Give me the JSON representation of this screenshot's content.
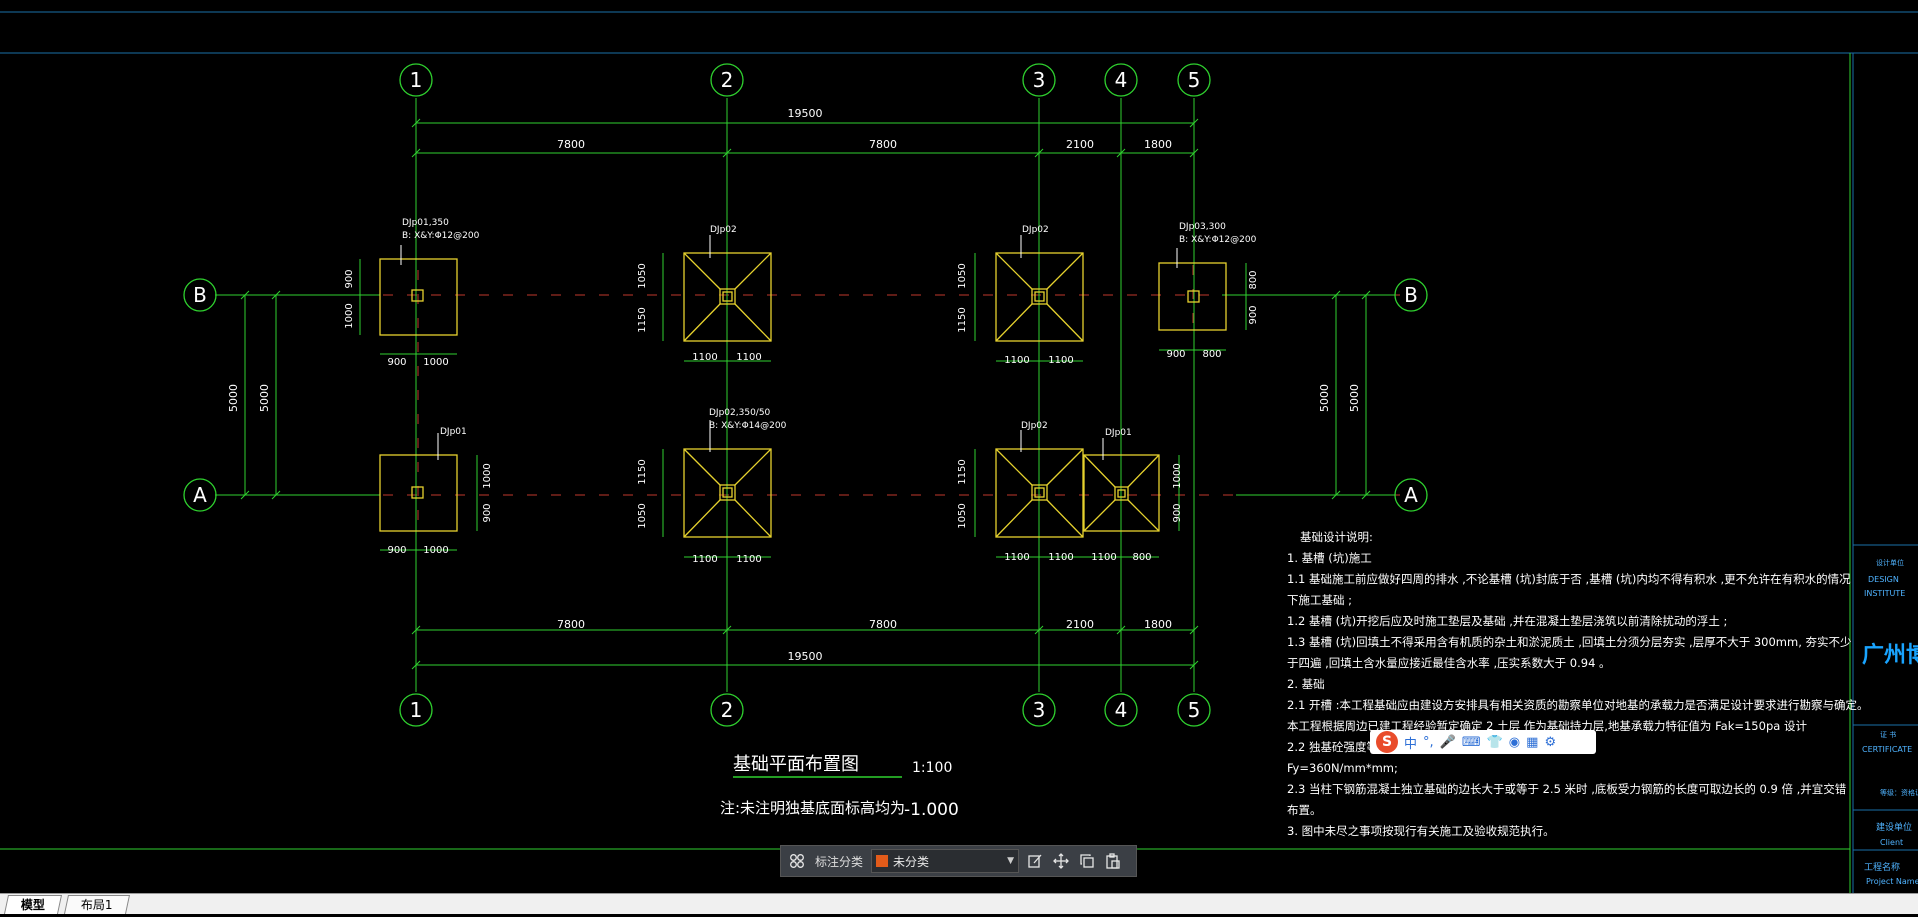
{
  "drawing": {
    "grid_columns": [
      "1",
      "2",
      "3",
      "4",
      "5"
    ],
    "grid_rows": [
      "B",
      "A"
    ],
    "dim_total": "19500",
    "dim_spans": [
      "7800",
      "7800",
      "2100",
      "1800"
    ],
    "dim_row": "5000",
    "footings": {
      "b1_tag": "DJp01,350",
      "b1_rebar": "B: X&Y:Φ12@200",
      "b2_tag": "DJp02",
      "b3_tag": "DJp02",
      "b5_tag": "DJp03,300",
      "b5_rebar": "B: X&Y:Φ12@200",
      "a1_tag": "DJp01",
      "a2_tag": "DJp02,350/50",
      "a2_rebar": "B: X&Y:Φ14@200",
      "a3_tag": "DJp02",
      "a4_tag": "DJp01"
    },
    "dims": {
      "d900": "900",
      "d1000": "1000",
      "d1050": "1050",
      "d1150": "1150",
      "d1100": "1100",
      "d800": "800"
    },
    "title": "基础平面布置图",
    "scale": "1:100",
    "note_label": "注:未注明独基底面标高均为",
    "note_value": "-1.000"
  },
  "notes": {
    "heading": "基础设计说明:",
    "lines": [
      "1. 基槽 (坑)施工",
      "1.1  基础施工前应做好四周的排水        ,不论基槽  (坑)封底于否  ,基槽 (坑)内均不得有积水   ,更不允许在有积水的情况",
      "下施工基础  ;",
      "1.2  基槽 (坑)开挖后应及时施工垫层及基础        ,并在混凝土垫层浇筑以前清除扰动的浮土            ;",
      "1.3  基槽 (坑)回填土不得采用含有机质的杂土和淤泥质土            ,回填土分须分层夯实     ,层厚不大于    300mm, 夯实不少",
      "于四遍  ,回填土含水量应接近最佳含水率         ,压实系数大于    0.94 。",
      "2. 基础",
      "2.1  开槽 :本工程基础应由建设方安排具有相关资质的勘察单位对地基的承载力是否满足设计要求进行勘察与确定。",
      "       本工程根据周边已建工程经验暂定确定          2 土层   作为基础持力层,地基承载力特征值为           Fak=150pa 设计",
      "2.2  独基砼强度等级                                                           B400 ( 普通钢 ),钢筋抗拉强度设计值",
      "Fy=360N/mm*mm;",
      "2.3  当柱下钢筋混凝土独立基础的边长大于或等于            2.5 米时  ,底板受力钢筋的长度可取边长的         0.9 倍 ,并宜交错",
      "布置。",
      "3. 图中未尽之事项按现行有关施工及验收规范执行。"
    ]
  },
  "title_block": {
    "company_short": "广州博",
    "design_cn": "设计单位",
    "design_en1": "DESIGN",
    "design_en2": "INSTITUTE",
    "cert_cn": "证 书",
    "cert_en": "CERTIFICATE",
    "cert_no": "等级：资格证 ",
    "client_cn": "建设单位",
    "client_en": "Client",
    "project_cn": "工程名称",
    "project_en": "Project Name"
  },
  "toolbar": {
    "label": "标注分类",
    "category": "未分类"
  },
  "tabs": [
    {
      "label": "模型",
      "active": true
    },
    {
      "label": "布局1",
      "active": false
    }
  ],
  "ime": {
    "logo": "S",
    "mode": "中"
  },
  "colors": {
    "grid": "#2fd12f",
    "footing": "#e6d22e",
    "text": "#ffffff",
    "axis_dash": "#c0392b",
    "accent": "#19a4ff"
  }
}
